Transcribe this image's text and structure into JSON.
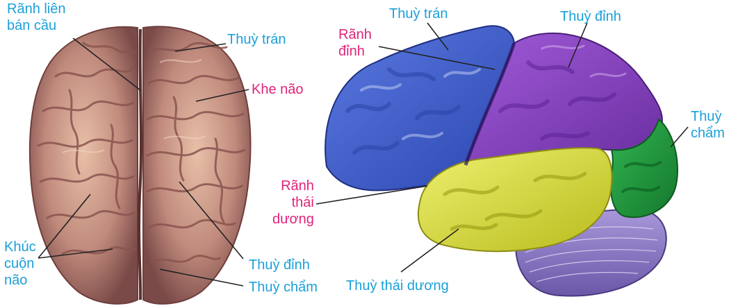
{
  "colors": {
    "label_cyan": "#1aa0d8",
    "label_magenta": "#e0237a",
    "frontal": "#3f63d0",
    "parietal": "#8a42c2",
    "temporal": "#d6d936",
    "occipital": "#1e9a3e",
    "cerebellum": "#8f7cc8",
    "top_brain": "#b57870"
  },
  "top_view": {
    "label_fissure_line1": "Rãnh liên",
    "label_fissure_line2": "bán cầu",
    "label_frontal": "Thuỳ trán",
    "label_sulcus": "Khe não",
    "label_gyri_line1": "Khúc",
    "label_gyri_line2": "cuộn",
    "label_gyri_line3": "não",
    "label_parietal": "Thuỳ đỉnh",
    "label_occipital": "Thuỳ chẩm"
  },
  "side_view": {
    "label_frontal": "Thuỳ trán",
    "label_parietal_sulcus_line1": "Rãnh",
    "label_parietal_sulcus_line2": "đỉnh",
    "label_parietal": "Thuỳ đỉnh",
    "label_occipital_line1": "Thuỳ",
    "label_occipital_line2": "chẩm",
    "label_temporal_sulcus_line1": "Rãnh",
    "label_temporal_sulcus_line2": "thái",
    "label_temporal_sulcus_line3": "dương",
    "label_temporal": "Thuỳ thái dương"
  }
}
